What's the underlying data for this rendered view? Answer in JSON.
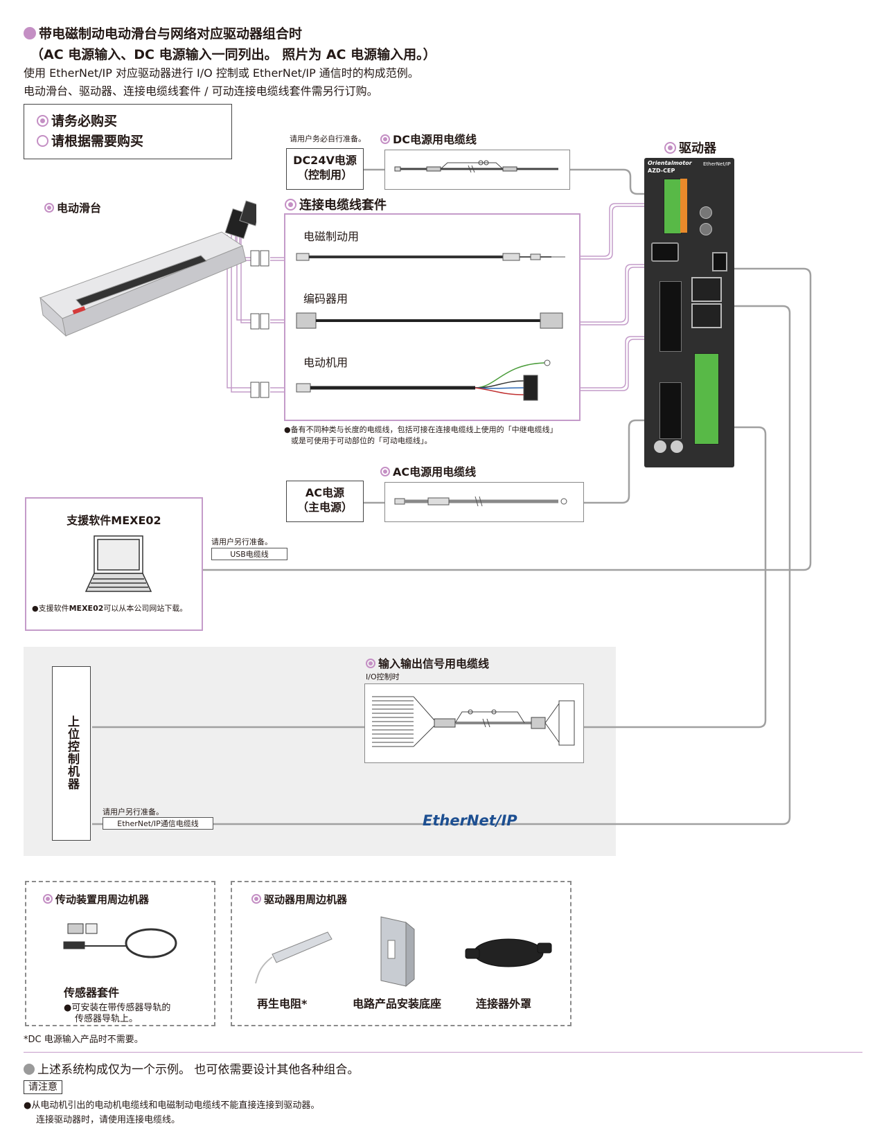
{
  "header": {
    "title_line1": "带电磁制动电动滑台与网络对应驱动器组合时",
    "title_line2": "（AC 电源输入、DC 电源输入一同列出。 照片为 AC 电源输入用。）",
    "desc_line1": "使用 EtherNet/IP 对应驱动器进行 I/O 控制或 EtherNet/IP 通信时的构成范例。",
    "desc_line2": "电动滑台、驱动器、连接电缆线套件 / 可动连接电缆线套件需另行订购。"
  },
  "legend": {
    "required": "请务必购买",
    "optional": "请根据需要购买"
  },
  "slider": {
    "label": "电动滑台"
  },
  "dc_power": {
    "note": "请用户务必自行准备。",
    "box_line1": "DC24V电源",
    "box_line2": "（控制用）",
    "cable_label": "DC电源用电缆线"
  },
  "driver": {
    "label": "驱动器",
    "brand": "Orientalmotor",
    "model": "AZD-CEP",
    "network": "EtherNet/IP"
  },
  "cable_kit": {
    "label": "连接电缆线套件",
    "brake": "电磁制动用",
    "encoder": "编码器用",
    "motor": "电动机用",
    "note_line1": "●备有不同种类与长度的电缆线，包括可接在连接电缆线上使用的「中继电缆线」",
    "note_line2": "或是可使用于可动部位的「可动电缆线」。"
  },
  "ac_power": {
    "box_line1": "AC电源",
    "box_line2": "（主电源）",
    "cable_label": "AC电源用电缆线"
  },
  "software": {
    "title": "支援软件MEXE02",
    "note_prefix": "●支援软件",
    "note_bold": "MEXE02",
    "note_suffix": "可以从本公司网站下载。",
    "usb_note": "请用户另行准备。",
    "usb_cable": "USB电缆线"
  },
  "io": {
    "host_label": "上位控制机器",
    "cable_label": "输入输出信号用电缆线",
    "cable_sub": "I/O控制时",
    "eth_note": "请用户另行准备。",
    "eth_cable": "EtherNet/IP通信电缆线",
    "logo_part1": "EtherN",
    "logo_part2": "et/IP"
  },
  "peripheral_actuator": {
    "title": "传动装置用周边机器",
    "item": "传感器套件",
    "note_line1": "●可安装在带传感器导轨的",
    "note_line2": "传感器导轨上。"
  },
  "peripheral_driver": {
    "title": "驱动器用周边机器",
    "items": [
      "再生电阻*",
      "电路产品安装底座",
      "连接器外罩"
    ]
  },
  "footnote": "*DC 电源输入产品时不需要。",
  "footer": {
    "summary": "上述系统构成仅为一个示例。 也可依需要设计其他各种组合。",
    "caution_label": "请注意",
    "caution_line1": "●从电动机引出的电动机电缆线和电磁制动电缆线不能直接连接到驱动器。",
    "caution_line2": "连接驱动器时，请使用连接电缆线。"
  },
  "colors": {
    "accent_pink": "#c48fc4",
    "line_gray": "#9a9a9a",
    "io_background": "#efefef",
    "logo_blue": "#1d4f91",
    "logo_green": "#8dc63f"
  }
}
